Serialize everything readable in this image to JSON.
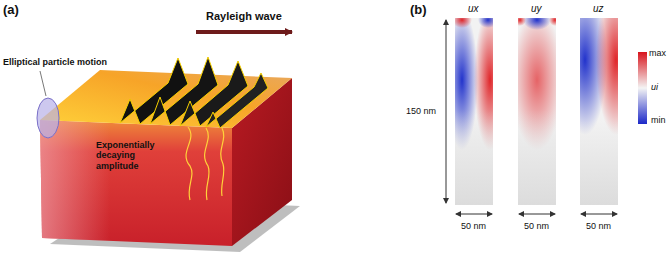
{
  "diagram": {
    "labels": [
      "(a)",
      "Rayleigh wave",
      "Elliptical particle motion",
      "Exponentially decaying amplitude",
      "(b)",
      "ux",
      "uy",
      "uz",
      "max",
      "ui",
      "min",
      "150 nm",
      "50 nm",
      "50 nm",
      "50 nm"
    ]
  }
}
